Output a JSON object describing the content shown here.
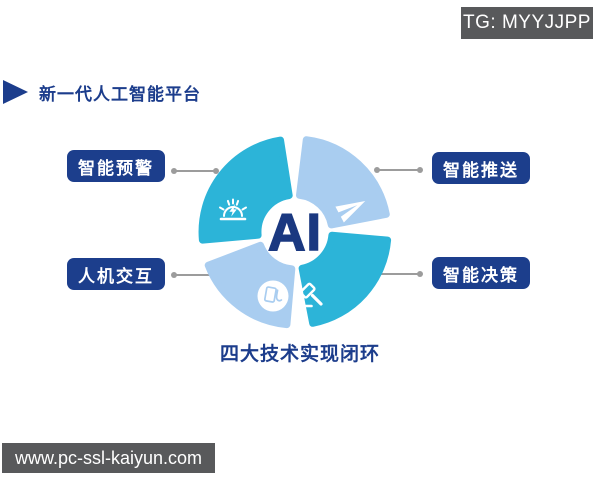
{
  "badge": {
    "text": "TG: MYYJJPP",
    "bg": "#58595b"
  },
  "header": {
    "title": "新一代人工智能平台",
    "arrow_icon": "right-arrow-icon",
    "accent": "#1c3d8c"
  },
  "diagram": {
    "center_label": "AI",
    "caption": "四大技术实现闭环",
    "nodes": [
      {
        "label": "智能预警",
        "icon": "alarm-siren-icon",
        "position": "top-left",
        "segment_color": "#2cb4d8"
      },
      {
        "label": "智能推送",
        "icon": "paper-plane-icon",
        "position": "top-right",
        "segment_color": "#a9cdf0"
      },
      {
        "label": "人机交互",
        "icon": "touch-interaction-icon",
        "position": "bottom-left",
        "segment_color": "#a9cdf0"
      },
      {
        "label": "智能决策",
        "icon": "gavel-icon",
        "position": "bottom-right",
        "segment_color": "#2cb4d8"
      }
    ],
    "colors": {
      "teal": "#2cb4d8",
      "light_blue": "#a9cdf0",
      "navy": "#1c3d8c",
      "center_text": "#1a3880",
      "connector": "#9c9c9c",
      "icon": "#ffffff"
    }
  },
  "watermark": {
    "text": "www.pc-ssl-kaiyun.com"
  }
}
